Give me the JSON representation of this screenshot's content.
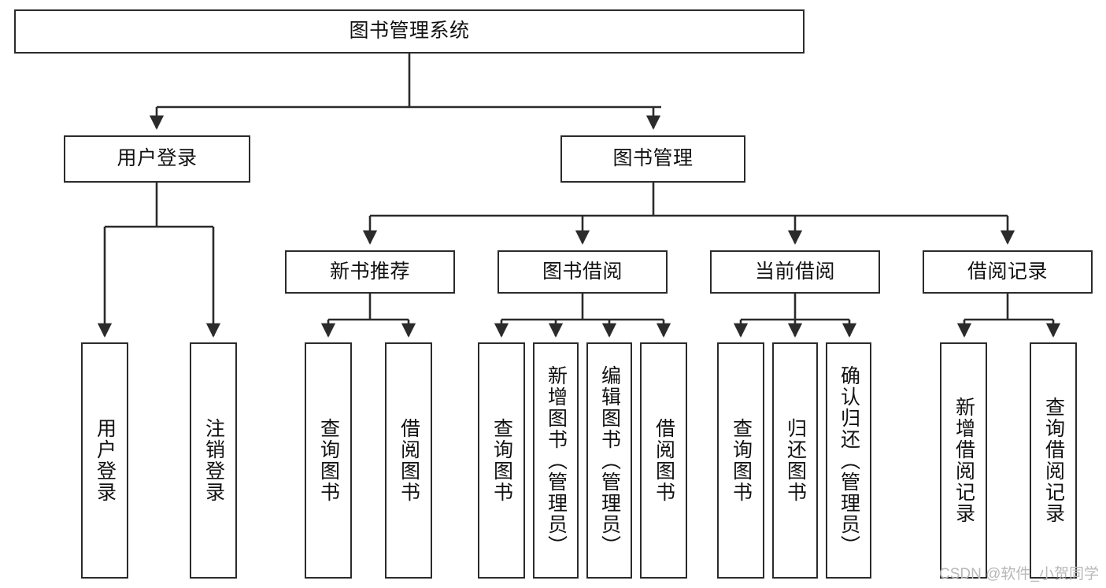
{
  "diagram": {
    "type": "tree",
    "title": "图书管理系统",
    "root": {
      "label": "图书管理系统"
    },
    "level1": [
      {
        "label": "用户登录"
      },
      {
        "label": "图书管理"
      }
    ],
    "level2": [
      {
        "label": "新书推荐",
        "parent": "图书管理"
      },
      {
        "label": "图书借阅",
        "parent": "图书管理"
      },
      {
        "label": "当前借阅",
        "parent": "图书管理"
      },
      {
        "label": "借阅记录",
        "parent": "图书管理"
      }
    ],
    "leaves": {
      "user_login": [
        {
          "label": "用户登录"
        },
        {
          "label": "注销登录"
        }
      ],
      "new_book": [
        {
          "label": "查询图书"
        },
        {
          "label": "借阅图书"
        }
      ],
      "book_borrow": [
        {
          "label": "查询图书"
        },
        {
          "label": "新增图书（管理员）"
        },
        {
          "label": "编辑图书（管理员）"
        },
        {
          "label": "借阅图书"
        }
      ],
      "current_borrow": [
        {
          "label": "查询图书"
        },
        {
          "label": "归还图书"
        },
        {
          "label": "确认归还（管理员）"
        }
      ],
      "borrow_record": [
        {
          "label": "新增借阅记录"
        },
        {
          "label": "查询借阅记录"
        }
      ]
    }
  },
  "watermark": {
    "text": "CSDN @软件_小贺同学"
  },
  "colors": {
    "stroke": "#2b2b2b",
    "background": "#ffffff",
    "text": "#111111",
    "watermark": "#b8b8b8"
  }
}
